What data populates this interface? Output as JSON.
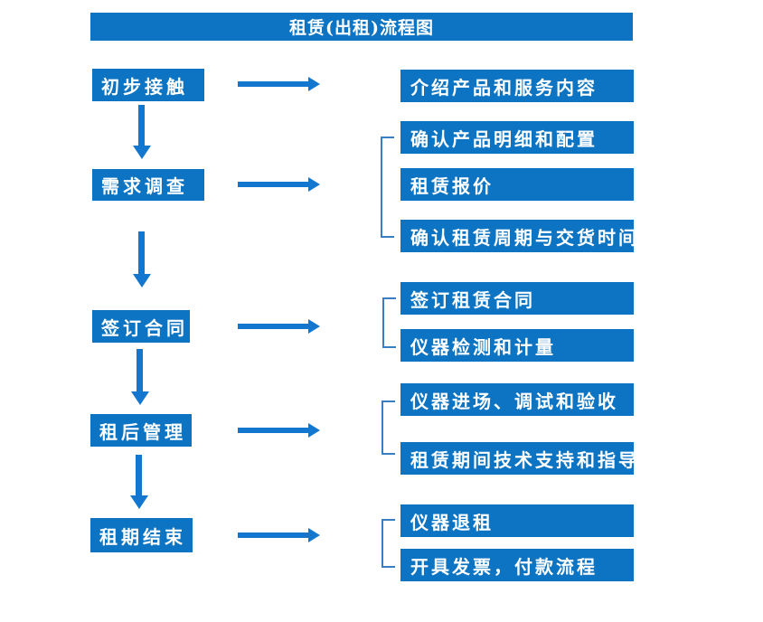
{
  "title": "租赁(出租)流程图",
  "colors": {
    "box_blue": "#0c74c2",
    "arrow_blue": "#1377d0",
    "bracket_blue": "#3a7ec2",
    "text_white": "#ffffff",
    "background": "#ffffff"
  },
  "steps": [
    {
      "label": "初步接触",
      "details": [
        "介绍产品和服务内容"
      ]
    },
    {
      "label": "需求调查",
      "details": [
        "确认产品明细和配置",
        "租赁报价",
        "确认租赁周期与交货时间"
      ]
    },
    {
      "label": "签订合同",
      "details": [
        "签订租赁合同",
        "仪器检测和计量"
      ]
    },
    {
      "label": "租后管理",
      "details": [
        "仪器进场、调试和验收",
        "租赁期间技术支持和指导"
      ]
    },
    {
      "label": "租期结束",
      "details": [
        "仪器退租",
        "开具发票，付款流程"
      ]
    }
  ]
}
